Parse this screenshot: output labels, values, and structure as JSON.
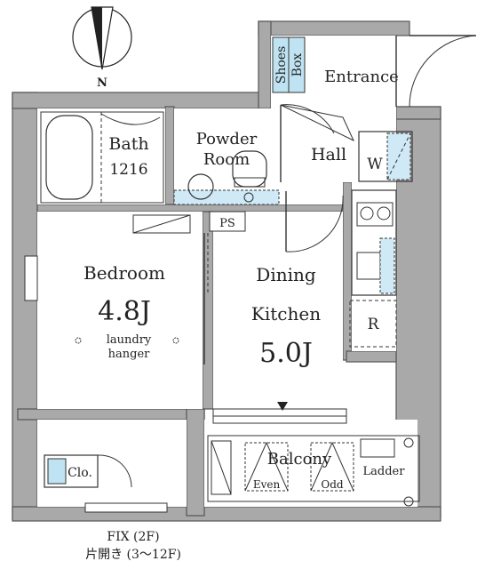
{
  "compass": {
    "north_label": "N"
  },
  "rooms": {
    "entrance": "Entrance",
    "shoes_box_line1": "Shoes",
    "shoes_box_line2": "Box",
    "hall": "Hall",
    "washer": "W",
    "bath": "Bath",
    "bath_size": "1216",
    "powder_line1": "Powder",
    "powder_line2": "Room",
    "ps": "PS",
    "bedroom": "Bedroom",
    "bedroom_size": "4.8J",
    "laundry_line1": "laundry",
    "laundry_line2": "hanger",
    "dining_line1": "Dining",
    "dining_line2": "Kitchen",
    "dining_size": "5.0J",
    "fridge": "R",
    "closet": "Clo.",
    "balcony": "Balcony",
    "even": "Even",
    "odd": "Odd",
    "ladder": "Ladder"
  },
  "footer": {
    "fix": "FIX (2F)",
    "katabiraki": "片開き (3～12F)"
  }
}
